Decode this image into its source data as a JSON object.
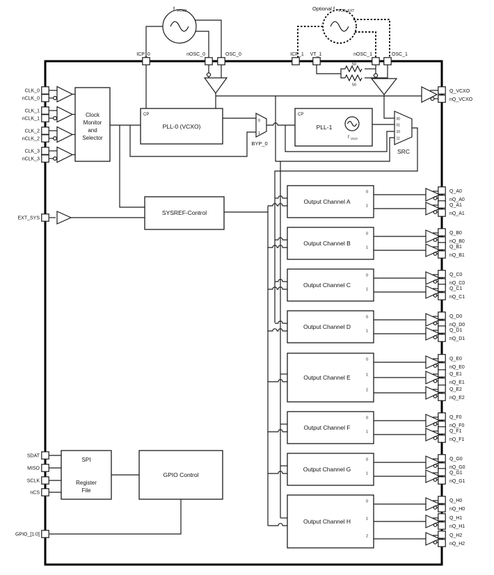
{
  "oscillators": {
    "vcxo": {
      "main": "f",
      "sub": "VCXO"
    },
    "ext": {
      "main": "Optional f",
      "sub": "VCO_EXT"
    }
  },
  "top_pins": [
    "ICP_0",
    "nOSC_0",
    "OSC_0",
    "ICP_1",
    "VT_1",
    "nOSC_1",
    "OSC_1"
  ],
  "resistor_values": [
    "50",
    "50"
  ],
  "blocks": {
    "clock_monitor_lines": [
      "Clock",
      "Monitor",
      "and",
      "Selector"
    ],
    "pll0": "PLL-0 (VCXO)",
    "cp0": "CP",
    "pll1": "PLL-1",
    "cp1": "CP",
    "fvco": {
      "main": "f",
      "sub": "VCO"
    },
    "byp0": "BYP_0",
    "byp0_inputs": [
      "0",
      "1"
    ],
    "src": "SRC",
    "src_inputs": [
      "00",
      "01",
      "10",
      "11"
    ],
    "sysref": "SYSREF-Control",
    "spi": "SPI",
    "register_file_lines": [
      "Register",
      "File"
    ],
    "gpio": "GPIO Control"
  },
  "left_pins": [
    "CLK_0",
    "nCLK_0",
    "CLK_1",
    "nCLK_1",
    "CLK_2",
    "nCLK_2",
    "CLK_3",
    "nCLK_3"
  ],
  "ext_sys_pin": "EXT_SYS",
  "spi_pins": [
    "SDAT",
    "MISO",
    "SCLK",
    "nCS"
  ],
  "gpio_pin": "GPIO_[1:0]",
  "vcxo_out": [
    "Q_VCXO",
    "nQ_VCXO"
  ],
  "channels": [
    {
      "label": "Output Channel A",
      "outputs": [
        {
          "num": "0",
          "q": "Q_A0",
          "nq": "nQ_A0"
        },
        {
          "num": "1",
          "q": "Q_A1",
          "nq": "nQ_A1"
        }
      ]
    },
    {
      "label": "Output Channel B",
      "outputs": [
        {
          "num": "0",
          "q": "Q_B0",
          "nq": "nQ_B0"
        },
        {
          "num": "1",
          "q": "Q_B1",
          "nq": "nQ_B1"
        }
      ]
    },
    {
      "label": "Output Channel C",
      "outputs": [
        {
          "num": "0",
          "q": "Q_C0",
          "nq": "nQ_C0"
        },
        {
          "num": "1",
          "q": "Q_C1",
          "nq": "nQ_C1"
        }
      ]
    },
    {
      "label": "Output Channel D",
      "outputs": [
        {
          "num": "0",
          "q": "Q_D0",
          "nq": "nQ_D0"
        },
        {
          "num": "1",
          "q": "Q_D1",
          "nq": "nQ_D1"
        }
      ]
    },
    {
      "label": "Output Channel E",
      "outputs": [
        {
          "num": "0",
          "q": "Q_E0",
          "nq": "nQ_E0"
        },
        {
          "num": "1",
          "q": "Q_E1",
          "nq": "nQ_E1"
        },
        {
          "num": "2",
          "q": "Q_E2",
          "nq": "nQ_E2"
        }
      ]
    },
    {
      "label": "Output Channel F",
      "outputs": [
        {
          "num": "0",
          "q": "Q_F0",
          "nq": "nQ_F0"
        },
        {
          "num": "1",
          "q": "Q_F1",
          "nq": "nQ_F1"
        }
      ]
    },
    {
      "label": "Output Channel G",
      "outputs": [
        {
          "num": "0",
          "q": "Q_G0",
          "nq": "nQ_G0"
        },
        {
          "num": "1",
          "q": "Q_G1",
          "nq": "nQ_G1"
        }
      ]
    },
    {
      "label": "Output Channel H",
      "outputs": [
        {
          "num": "0",
          "q": "Q_H0",
          "nq": "nQ_H0"
        },
        {
          "num": "1",
          "q": "Q_H1",
          "nq": "nQ_H1"
        },
        {
          "num": "2",
          "q": "Q_H2",
          "nq": "nQ_H2"
        }
      ]
    }
  ]
}
